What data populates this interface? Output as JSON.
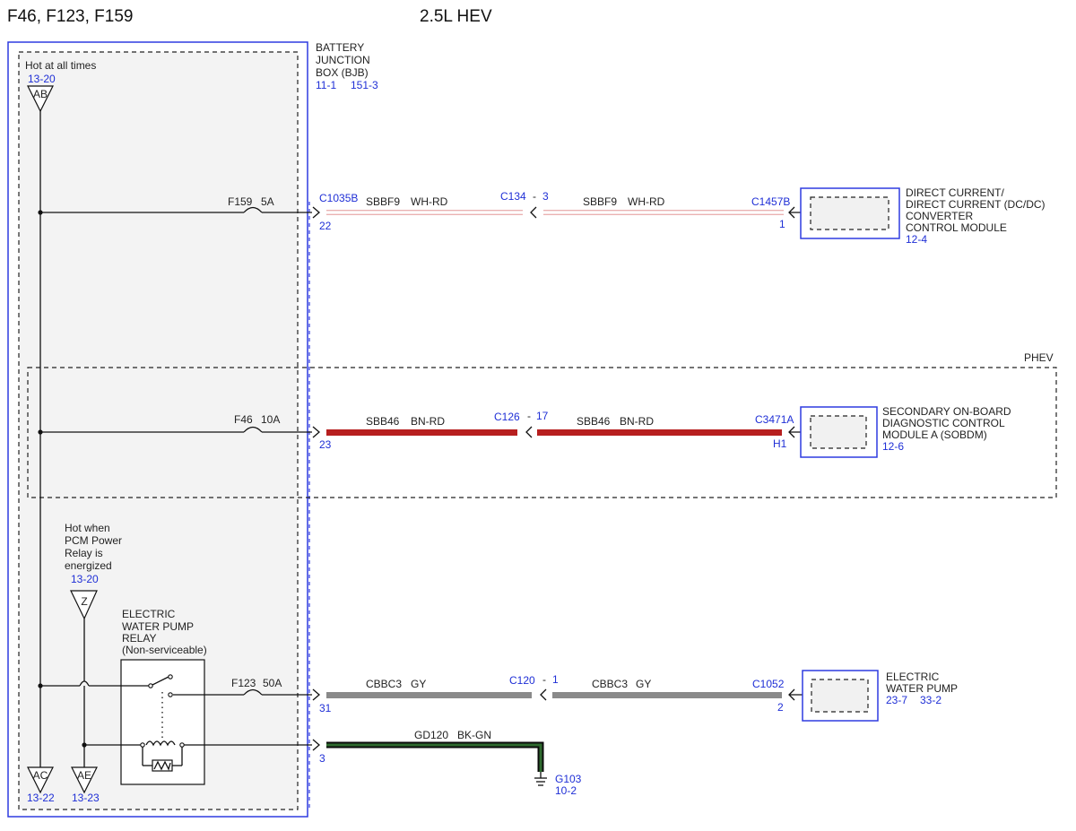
{
  "header": {
    "fuses": "F46, F123, F159",
    "engine": "2.5L HEV"
  },
  "bjb": {
    "name_lines": [
      "BATTERY",
      "JUNCTION",
      "BOX (BJB)"
    ],
    "refs": [
      "11-1",
      "151-3"
    ]
  },
  "power_sources": {
    "hot_always": {
      "label": "Hot at all times",
      "ref": "13-20",
      "terminal": "AB"
    },
    "hot_relay": {
      "label_lines": [
        "Hot when",
        "PCM Power",
        "Relay is",
        "energized"
      ],
      "ref": "13-20",
      "terminal": "Z"
    },
    "bottom_ac": {
      "terminal": "AC",
      "ref": "13-22"
    },
    "bottom_ae": {
      "terminal": "AE",
      "ref": "13-23"
    }
  },
  "relay": {
    "name_lines": [
      "ELECTRIC",
      "WATER PUMP",
      "RELAY",
      "(Non-serviceable)"
    ]
  },
  "phev": {
    "label": "PHEV"
  },
  "circuits": [
    {
      "fuse": "F159",
      "rating": "5A",
      "bjb_connector": "C1035B",
      "bjb_pin": "22",
      "circuit": "SBBF9",
      "color": "WH-RD",
      "inline_connector": "C134",
      "inline_pin": "3",
      "module_connector": "C1457B",
      "module_pin": "1",
      "module_lines": [
        "DIRECT CURRENT/",
        "DIRECT CURRENT (DC/DC)",
        "CONVERTER",
        "CONTROL MODULE"
      ],
      "module_ref": "12-4",
      "wire_color_hex": "#d98b8b"
    },
    {
      "fuse": "F46",
      "rating": "10A",
      "bjb_connector": "",
      "bjb_pin": "23",
      "circuit": "SBB46",
      "color": "BN-RD",
      "inline_connector": "C126",
      "inline_pin": "17",
      "module_connector": "C3471A",
      "module_pin": "H1",
      "module_lines": [
        "SECONDARY ON-BOARD",
        "DIAGNOSTIC CONTROL",
        "MODULE A (SOBDM)"
      ],
      "module_ref": "12-6",
      "wire_color_hex": "#b71f1f"
    },
    {
      "fuse": "F123",
      "rating": "50A",
      "bjb_connector": "",
      "bjb_pin": "31",
      "circuit": "CBBC3",
      "color": "GY",
      "inline_connector": "C120",
      "inline_pin": "1",
      "module_connector": "C1052",
      "module_pin": "2",
      "module_lines": [
        "ELECTRIC",
        "WATER PUMP"
      ],
      "module_refs": [
        "23-7",
        "33-2"
      ],
      "wire_color_hex": "#8a8a8a"
    }
  ],
  "ground": {
    "bjb_pin": "3",
    "circuit": "GD120",
    "color": "BK-GN",
    "ground_id": "G103",
    "ref": "10-2",
    "wire_color_hex": "#1f4a1f"
  }
}
